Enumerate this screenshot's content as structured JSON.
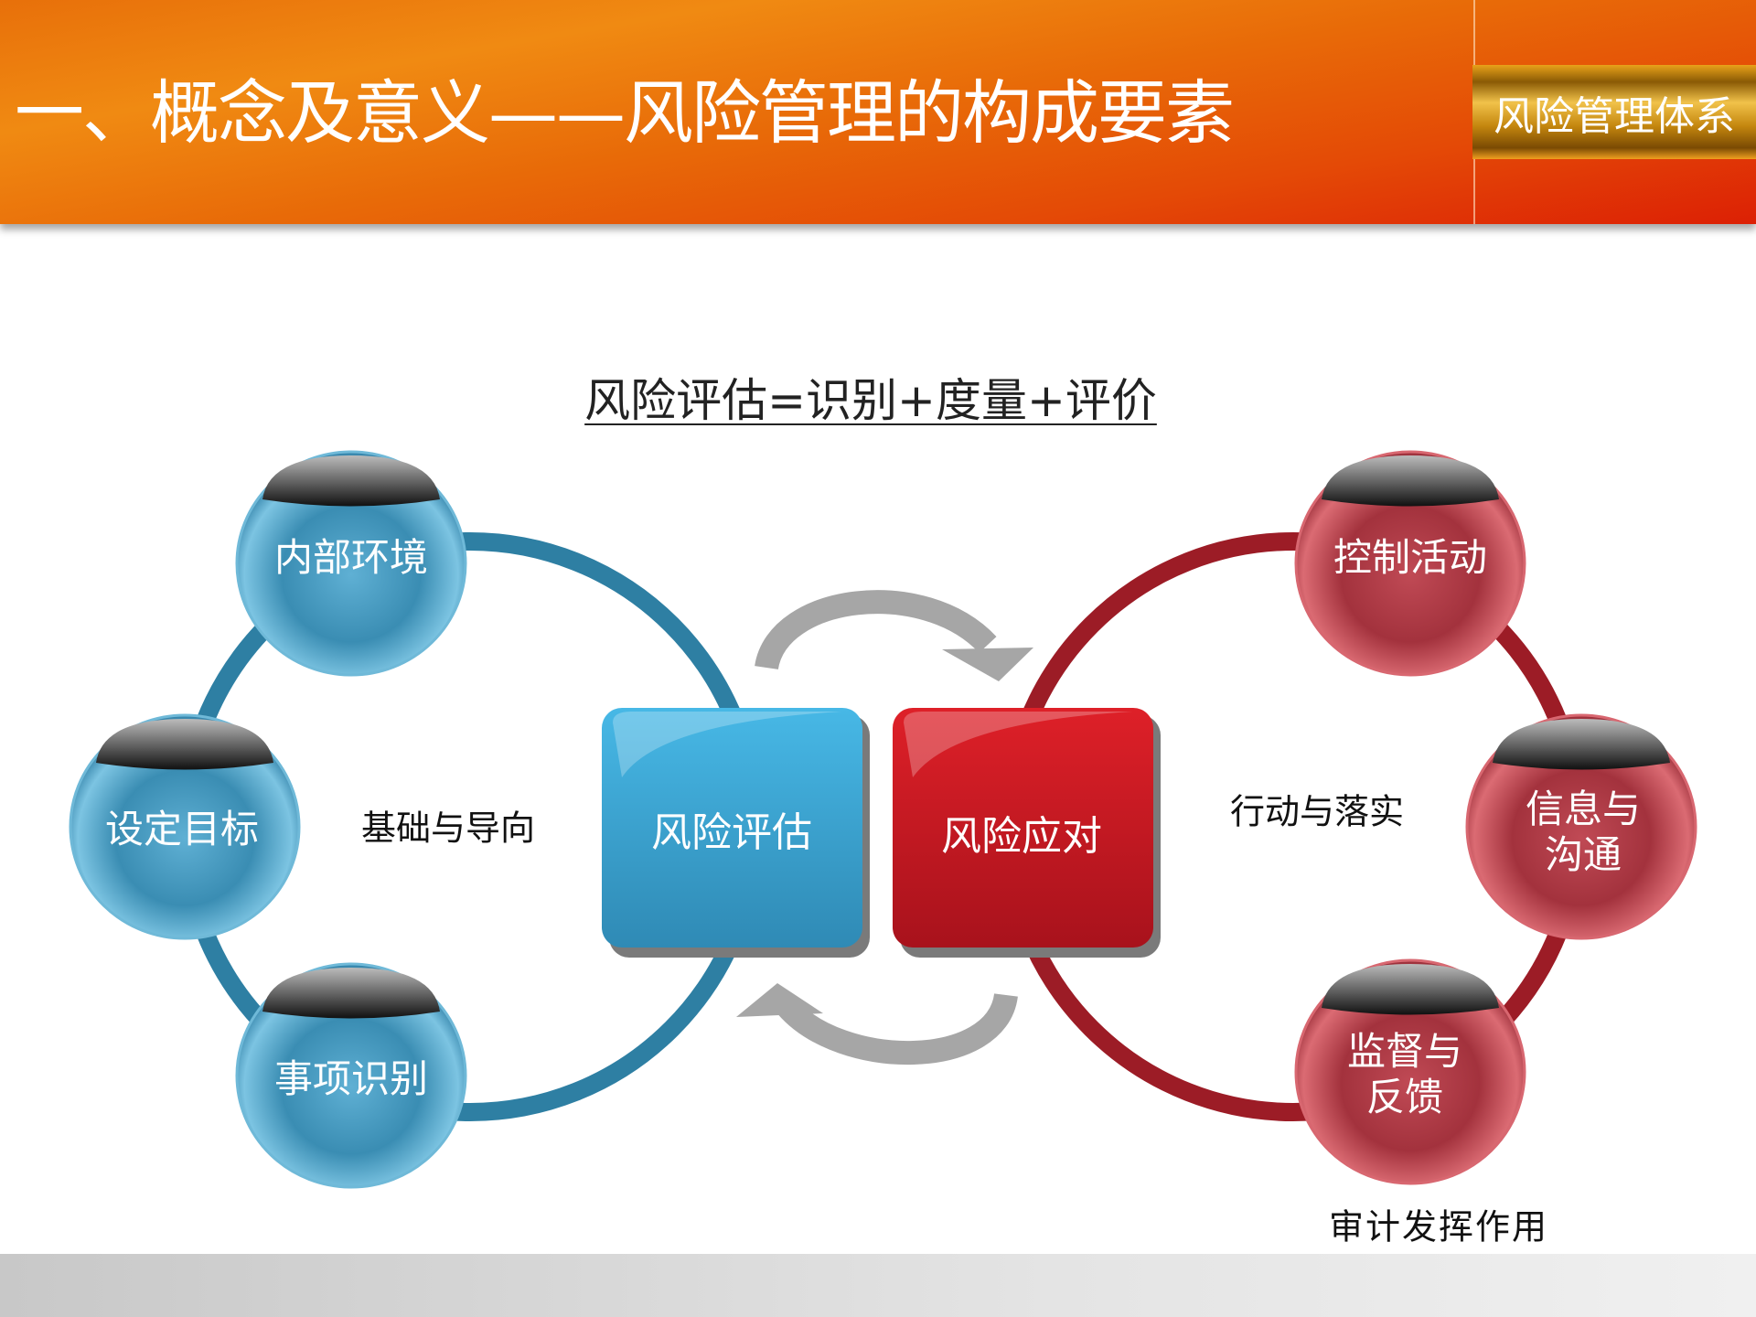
{
  "header": {
    "title": "一、概念及意义——风险管理的构成要素",
    "badge": "风险管理体系"
  },
  "subtitle": "风险评估=识别+度量+评价",
  "left_cycle": {
    "color": "#3a8fb5",
    "nodes": [
      "内部环境",
      "设定目标",
      "事项识别"
    ],
    "label": "基础与导向",
    "center_box": "风险评估"
  },
  "right_cycle": {
    "color": "#a8202a",
    "nodes": [
      "控制活动",
      "信息与\n沟通",
      "监督与\n反馈"
    ],
    "node_lines": [
      [
        "控制活动"
      ],
      [
        "信息与",
        "沟通"
      ],
      [
        "监督与",
        "反馈"
      ]
    ],
    "label": "行动与落实",
    "center_box": "风险应对",
    "footnote": "审计发挥作用"
  },
  "arrows": {
    "color": "#a6a6a6",
    "icons": [
      "curved-arrow-right",
      "curved-arrow-left"
    ]
  }
}
